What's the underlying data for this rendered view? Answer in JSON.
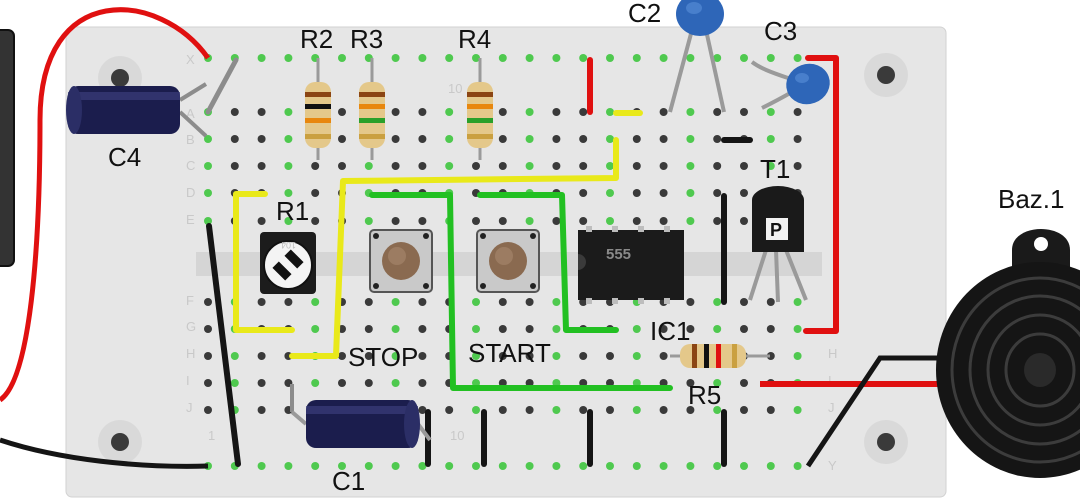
{
  "colors": {
    "board": "#e6e6e6",
    "hole": "#3a3a3a",
    "connected": "#4fc94f",
    "wire_red": "#e01010",
    "wire_black": "#151515",
    "wire_yellow": "#e9e91a",
    "wire_green": "#22c022",
    "component_body": "#1a1a1a",
    "cap_blue": "#2e66b8",
    "elcap": "#1b1d4d"
  },
  "labels": {
    "r1": "R1",
    "r2": "R2",
    "r3": "R3",
    "r4": "R4",
    "r5": "R5",
    "c1": "C1",
    "c2": "C2",
    "c3": "C3",
    "c4": "C4",
    "t1": "T1",
    "ic1": "IC1",
    "baz": "Baz.1",
    "stop": "STOP",
    "start": "START",
    "chip": "555",
    "transistor_mark": "P",
    "trimmer_mark": "104"
  },
  "board_rows": {
    "top": [
      "X",
      "A",
      "B",
      "C",
      "D",
      "E"
    ],
    "bottom": [
      "F",
      "G",
      "H",
      "I",
      "J",
      "Y"
    ],
    "col_markers": [
      "1",
      "10"
    ]
  }
}
